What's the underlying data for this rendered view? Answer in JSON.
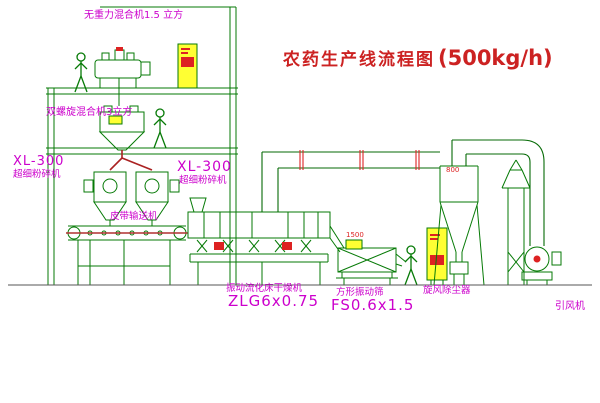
{
  "title": {
    "text": "农药生产线流程图",
    "capacity": "(500kg/h)"
  },
  "labels": {
    "mixer1": "无重力混合机1.5 立方",
    "mixer2": "双螺旋混合机3立方",
    "mill_left_model": "XL-300",
    "mill_left_name": "超细粉碎机",
    "mill_mid_model": "XL-300",
    "mill_mid_name": "超细粉碎机",
    "conveyor": "皮带输送机",
    "dryer_name": "振动流化床干燥机",
    "dryer_model": "ZLG6x0.75",
    "sieve_name": "方形振动筛",
    "sieve_model": "FS0.6x1.5",
    "cyclone": "旋风除尘器",
    "fan": "引风机",
    "sieve_tag": "1500",
    "cyclone_tag": "800"
  },
  "colors": {
    "line_green": "#067a06",
    "duct_green": "#056a05",
    "label_magenta": "#cc00cc",
    "title_red": "#cc2222",
    "accent_red": "#dd2222",
    "panel_yellow": "#ffff33",
    "belt_red": "#b03030",
    "ground": "#555555"
  }
}
